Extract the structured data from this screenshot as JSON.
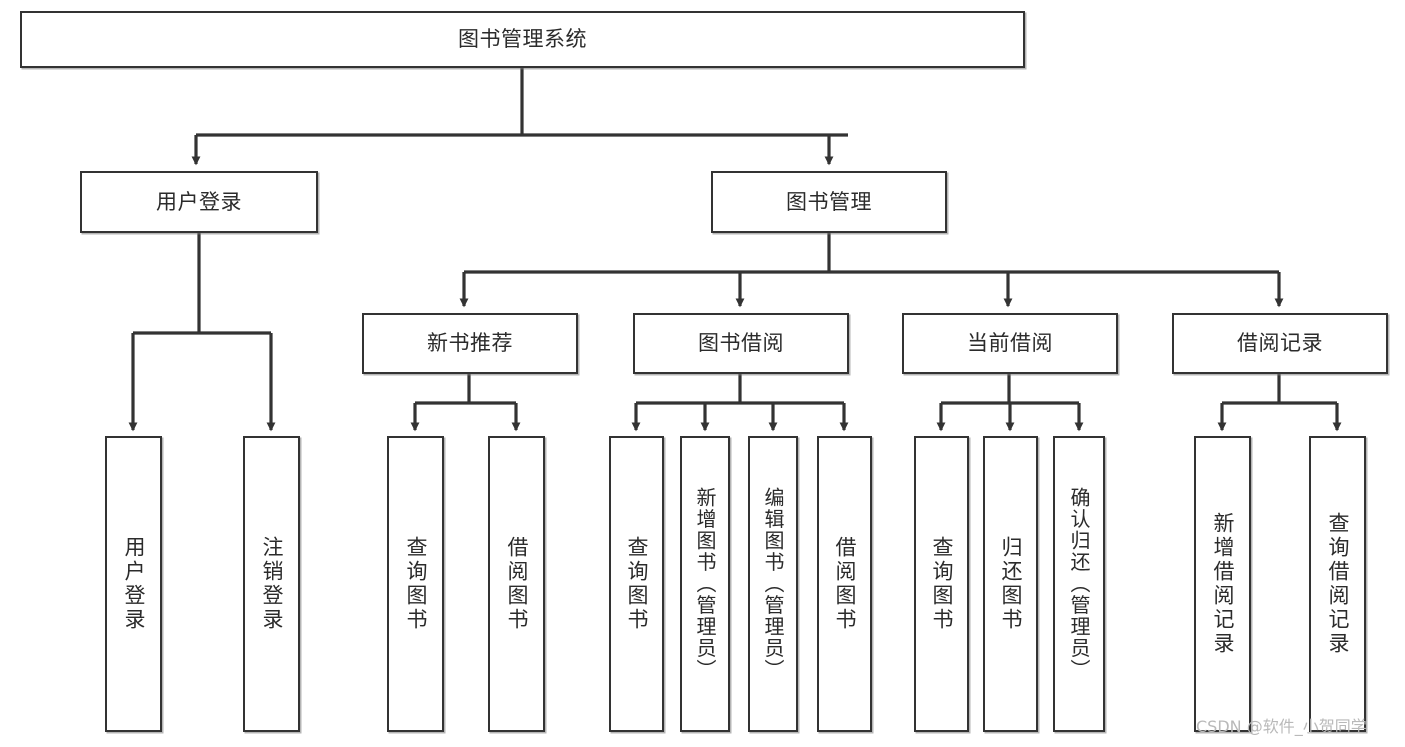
{
  "diagram": {
    "type": "tree-hierarchy-diagram",
    "title": "图书管理系统",
    "accent_color": "#333333",
    "text_color": "#2b2b2b",
    "background_color": "#ffffff",
    "root": {
      "id": "root",
      "label": "图书管理系统",
      "orientation": "horizontal"
    },
    "level1": [
      {
        "id": "user-login",
        "label": "用户登录",
        "orientation": "horizontal"
      },
      {
        "id": "book-management",
        "label": "图书管理",
        "orientation": "horizontal"
      }
    ],
    "level2": [
      {
        "id": "new-book-recommend",
        "label": "新书推荐",
        "orientation": "horizontal",
        "parent": "book-management"
      },
      {
        "id": "book-borrow",
        "label": "图书借阅",
        "orientation": "horizontal",
        "parent": "book-management"
      },
      {
        "id": "current-borrow",
        "label": "当前借阅",
        "orientation": "horizontal",
        "parent": "book-management"
      },
      {
        "id": "borrow-record",
        "label": "借阅记录",
        "orientation": "horizontal",
        "parent": "book-management"
      }
    ],
    "leaves": [
      {
        "id": "leaf-user-login",
        "label": "用户登录",
        "orientation": "vertical",
        "parent": "user-login"
      },
      {
        "id": "leaf-logout-login",
        "label": "注销登录",
        "orientation": "vertical",
        "parent": "user-login"
      },
      {
        "id": "leaf-query-book-1",
        "label": "查询图书",
        "orientation": "vertical",
        "parent": "new-book-recommend"
      },
      {
        "id": "leaf-borrow-book-1",
        "label": "借阅图书",
        "orientation": "vertical",
        "parent": "new-book-recommend"
      },
      {
        "id": "leaf-query-book-2",
        "label": "查询图书",
        "orientation": "vertical",
        "parent": "book-borrow"
      },
      {
        "id": "leaf-add-book",
        "label": "新增图书（管理员）",
        "orientation": "vertical",
        "parent": "book-borrow"
      },
      {
        "id": "leaf-edit-book",
        "label": "编辑图书（管理员）",
        "orientation": "vertical",
        "parent": "book-borrow"
      },
      {
        "id": "leaf-borrow-book-2",
        "label": "借阅图书",
        "orientation": "vertical",
        "parent": "book-borrow"
      },
      {
        "id": "leaf-query-book-3",
        "label": "查询图书",
        "orientation": "vertical",
        "parent": "current-borrow"
      },
      {
        "id": "leaf-return-book",
        "label": "归还图书",
        "orientation": "vertical",
        "parent": "current-borrow"
      },
      {
        "id": "leaf-confirm-return",
        "label": "确认归还（管理员）",
        "orientation": "vertical",
        "parent": "current-borrow"
      },
      {
        "id": "leaf-add-record",
        "label": "新增借阅记录",
        "orientation": "vertical",
        "parent": "borrow-record"
      },
      {
        "id": "leaf-query-record",
        "label": "查询借阅记录",
        "orientation": "vertical",
        "parent": "borrow-record"
      }
    ]
  },
  "watermark": {
    "text": "CSDN @软件_小贺同学"
  }
}
